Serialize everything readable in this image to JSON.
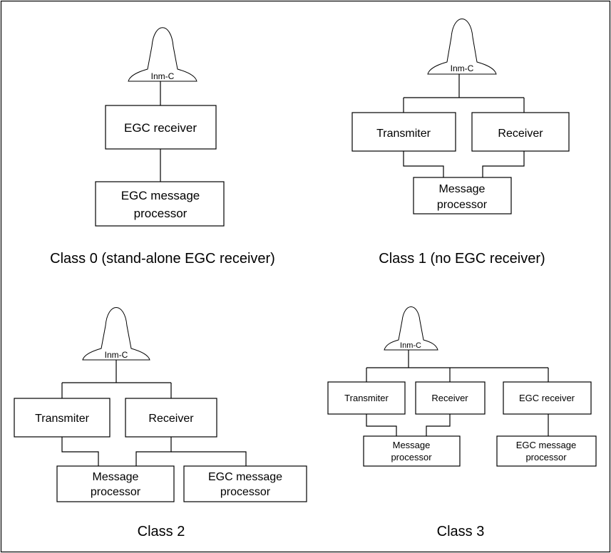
{
  "diagrams": {
    "class0": {
      "antenna_label": "Inm-C",
      "egc_receiver": "EGC receiver",
      "egc_processor_line1": "EGC message",
      "egc_processor_line2": "processor",
      "caption": "Class 0 (stand-alone EGC receiver)"
    },
    "class1": {
      "antenna_label": "Inm-C",
      "transmitter": "Transmiter",
      "receiver": "Receiver",
      "message_processor_line1": "Message",
      "message_processor_line2": "processor",
      "caption": "Class 1 (no EGC receiver)"
    },
    "class2": {
      "antenna_label": "Inm-C",
      "transmitter": "Transmiter",
      "receiver": "Receiver",
      "message_processor_line1": "Message",
      "message_processor_line2": "processor",
      "egc_processor_line1": "EGC message",
      "egc_processor_line2": "processor",
      "caption": "Class 2"
    },
    "class3": {
      "antenna_label": "Inm-C",
      "transmitter": "Transmiter",
      "receiver": "Receiver",
      "egc_receiver": "EGC receiver",
      "message_processor_line1": "Message",
      "message_processor_line2": "processor",
      "egc_processor_line1": "EGC message",
      "egc_processor_line2": "processor",
      "caption": "Class 3"
    }
  }
}
